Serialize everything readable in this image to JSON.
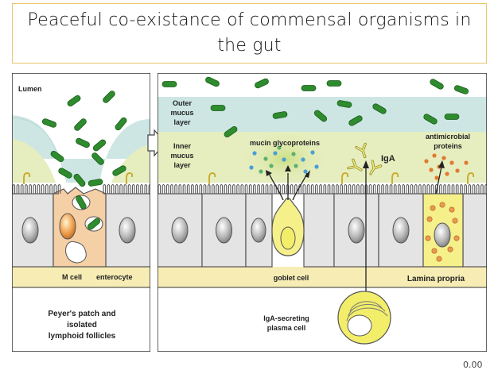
{
  "title": "Peaceful co-existance of commensal organisms in the gut",
  "footer_number": "0.00",
  "left_panel": {
    "lumen_label": "Lumen",
    "m_cell_label": "M cell",
    "enterocyte_label": "enterocyte",
    "caption_lines": [
      "Peyer's patch and",
      "isolated",
      "lymphoid follicles"
    ]
  },
  "right_panel": {
    "outer_mucus_lines": [
      "Outer",
      "mucus",
      "layer"
    ],
    "inner_mucus_lines": [
      "Inner",
      "mucus",
      "layer"
    ],
    "mucin_label": "mucin glycoproteins",
    "iga_label": "IgA",
    "antimicrobial_lines": [
      "antimicrobial",
      "proteins"
    ],
    "goblet_label": "goblet cell",
    "lamina_label": "Lamina propria",
    "plasma_lines": [
      "IgA-secreting",
      "plasma cell"
    ]
  },
  "colors": {
    "bacteria": "#2e8b2e",
    "outer_mucus": "#cde6e4",
    "inner_mucus": "#e6edbe",
    "lamina_propria": "#f6ecb4",
    "cell_fill": "#e4e4e4",
    "m_cell_fill": "#f5cfa6",
    "goblet_fill": "#f5f08a",
    "plasma_fill": "#f2ee6a",
    "antimicrobial_dot": "#e07a30",
    "mucin_dot_blue": "#4a9ed8",
    "mucin_dot_green": "#5ab26c"
  }
}
